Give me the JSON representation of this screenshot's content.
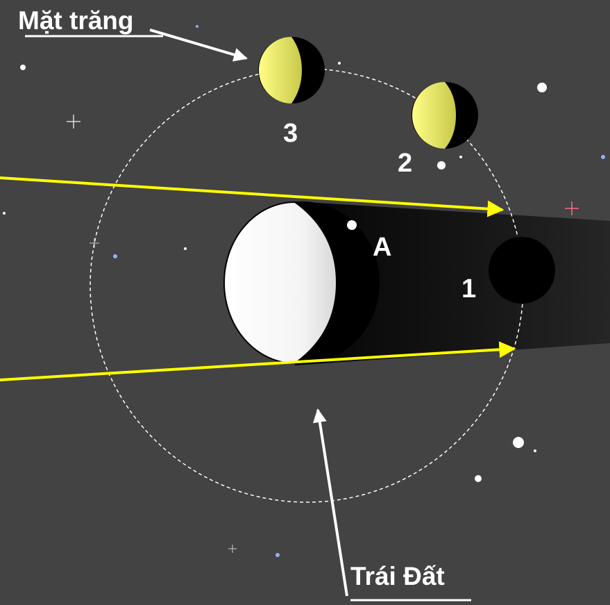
{
  "labels": {
    "moon": "Mặt trăng",
    "earth": "Trái Đất",
    "point_a": "A",
    "position_1": "1",
    "position_2": "2",
    "position_3": "3"
  },
  "colors": {
    "background": "#434343",
    "sun_rays": "#ffff00",
    "moon_lit": "#f2f27a",
    "earth_lit": "#ffffff",
    "shadow": "#000000",
    "orbit": "#ffffff"
  }
}
